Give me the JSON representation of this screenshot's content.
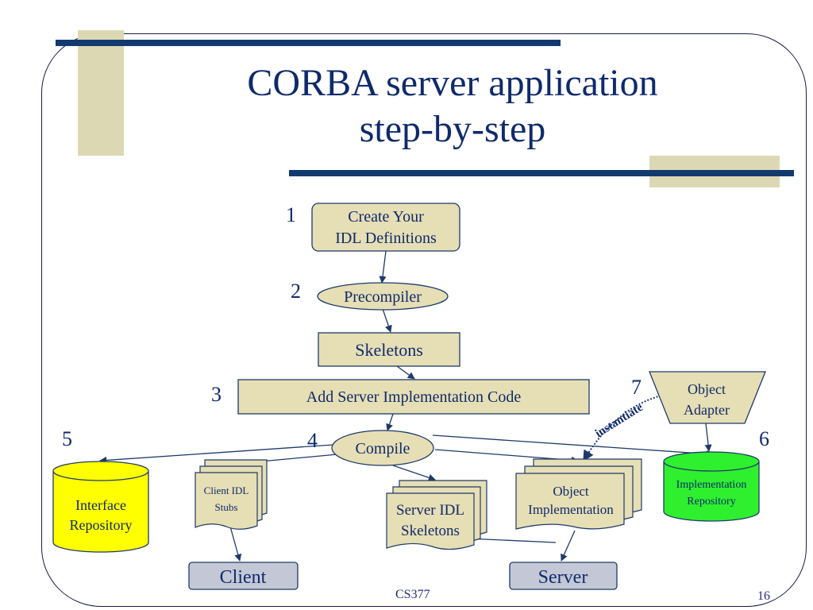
{
  "slide": {
    "title_line1": "CORBA server application",
    "title_line2": "step-by-step",
    "footer_center": "CS377",
    "page_number": "16"
  },
  "steps": {
    "s1": "1",
    "s2": "2",
    "s3": "3",
    "s4": "4",
    "s5": "5",
    "s6": "6",
    "s7": "7"
  },
  "nodes": {
    "create_idl_line1": "Create Your",
    "create_idl_line2": "IDL Definitions",
    "precompiler": "Precompiler",
    "skeletons": "Skeletons",
    "add_server_code": "Add Server Implementation Code",
    "compile": "Compile",
    "object_adapter_line1": "Object",
    "object_adapter_line2": "Adapter",
    "interface_repo_line1": "Interface",
    "interface_repo_line2": "Repository",
    "client_stubs_line1": "Client IDL",
    "client_stubs_line2": "Stubs",
    "server_skeletons_line1": "Server IDL",
    "server_skeletons_line2": "Skeletons",
    "object_impl_line1": "Object",
    "object_impl_line2": "Implementation",
    "impl_repo_line1": "Implementation",
    "impl_repo_line2": "Repository",
    "client": "Client",
    "server": "Server",
    "instantiate": "instantiate"
  },
  "colors": {
    "navy": "#0f2a6b",
    "tan_fill": "#e6deb5",
    "deco_tan": "#ddd8b4",
    "interface_repo": "#ffff00",
    "impl_repo": "#2ef02e",
    "gray_box": "#c4c8d6",
    "edge": "#1f3a6a"
  }
}
